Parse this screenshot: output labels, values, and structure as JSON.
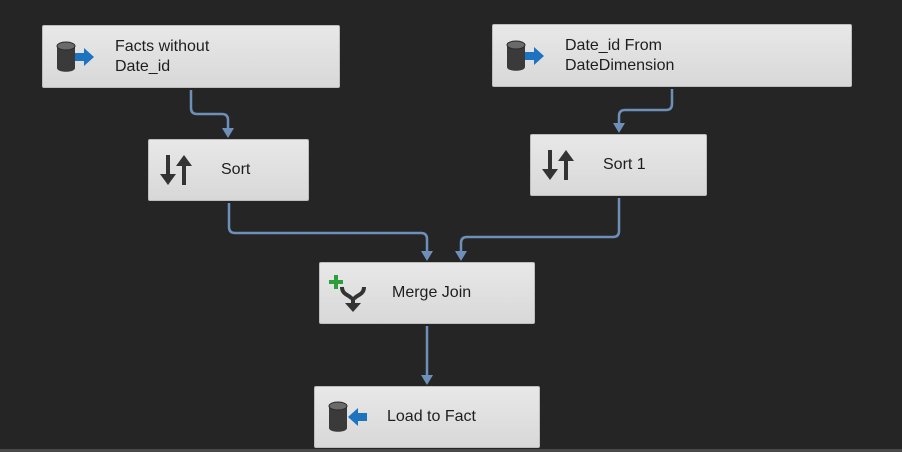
{
  "colors": {
    "canvas_bg": "#252526",
    "node_bg": "#dddddd",
    "connector": "#6d8fb8",
    "source_arrow": "#1e73be",
    "merge_plus": "#2e9e3b"
  },
  "nodes": {
    "source_facts": {
      "label": "Facts without\nDate_id",
      "icon": "ole-db-source-icon"
    },
    "source_date": {
      "label": "Date_id From\nDateDimension",
      "icon": "ole-db-source-icon"
    },
    "sort": {
      "label": "Sort",
      "icon": "sort-arrows-icon"
    },
    "sort_1": {
      "label": "Sort 1",
      "icon": "sort-arrows-icon"
    },
    "merge_join": {
      "label": "Merge Join",
      "icon": "merge-join-icon"
    },
    "load_fact": {
      "label": "Load to Fact",
      "icon": "ole-db-destination-icon"
    }
  }
}
